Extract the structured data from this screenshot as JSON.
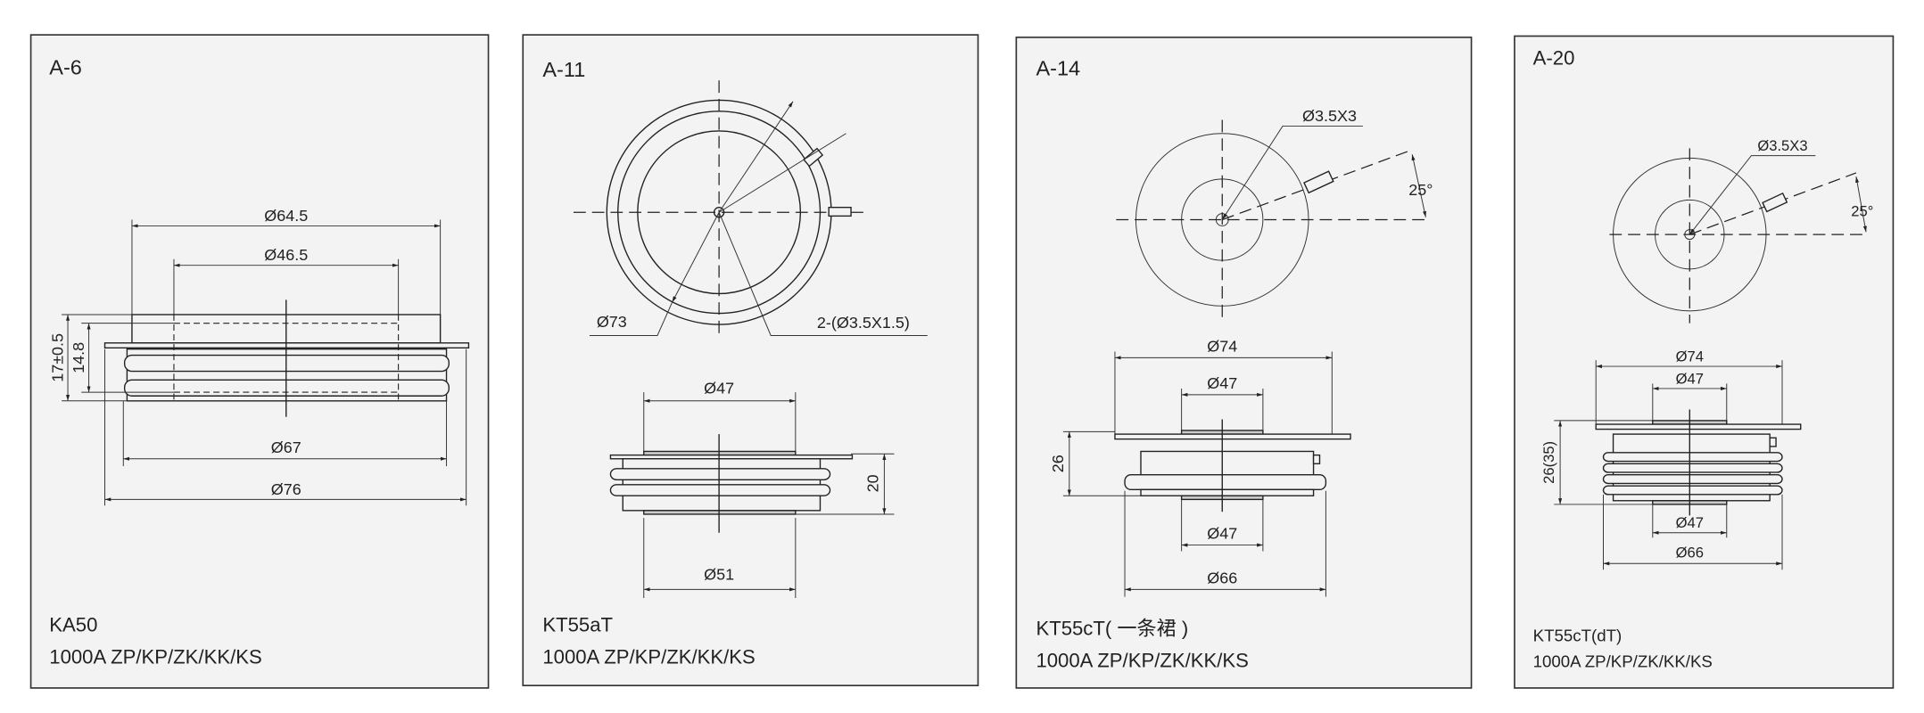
{
  "colors": {
    "panel_bg": "#f3f3f3",
    "line": "#222222",
    "page_bg": "#ffffff"
  },
  "panels": [
    {
      "id": "A-6",
      "dims": {
        "d1": "Ø64.5",
        "d2": "Ø46.5",
        "h1": "17±0.5",
        "h2": "14.8",
        "d3": "Ø67",
        "d4": "Ø76"
      },
      "model": "KA50",
      "rating": "1000A  ZP/KP/ZK/KK/KS"
    },
    {
      "id": "A-11",
      "dims": {
        "outer": "Ø73",
        "holes": "2-(Ø3.5X1.5)",
        "top": "Ø47",
        "height": "20",
        "bottom": "Ø51"
      },
      "model": "KT55aT",
      "rating": "1000A  ZP/KP/ZK/KK/KS"
    },
    {
      "id": "A-14",
      "dims": {
        "hole": "Ø3.5X3",
        "angle": "25°",
        "d1": "Ø74",
        "d2": "Ø47",
        "height": "26",
        "d3": "Ø47",
        "d4": "Ø66"
      },
      "model": "KT55cT( 一条裙 )",
      "rating": "1000A  ZP/KP/ZK/KK/KS"
    },
    {
      "id": "A-20",
      "dims": {
        "hole": "Ø3.5X3",
        "angle": "25°",
        "d1": "Ø74",
        "d2": "Ø47",
        "height": "26(35)",
        "d3": "Ø47",
        "d4": "Ø66"
      },
      "model": "KT55cT(dT)",
      "rating": "1000A  ZP/KP/ZK/KK/KS"
    }
  ]
}
